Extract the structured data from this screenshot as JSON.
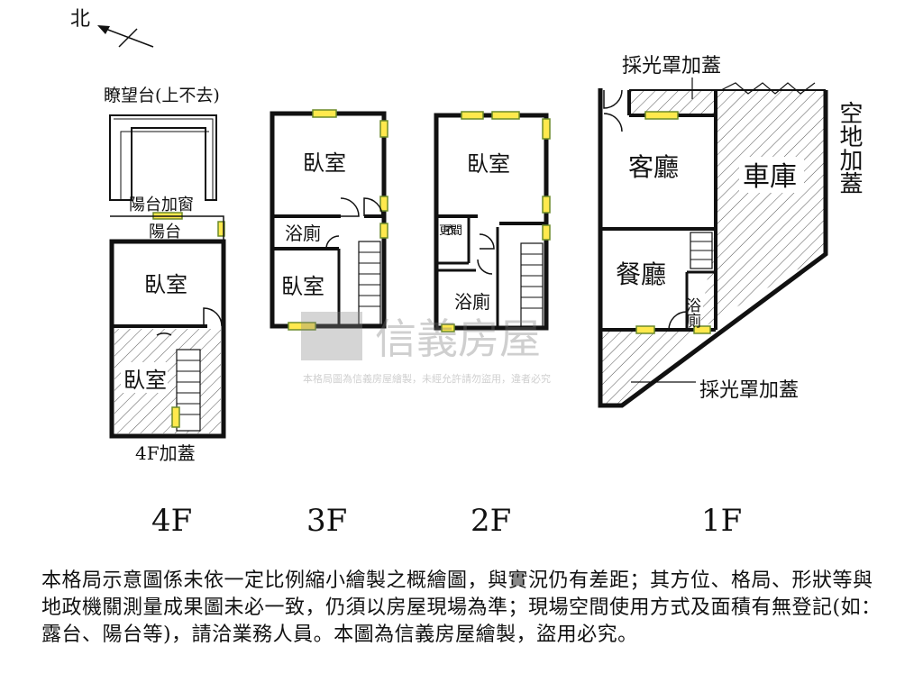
{
  "compass": {
    "north": "北"
  },
  "floors": {
    "f4": {
      "label": "4F",
      "lookout": "瞭望台(上不去)",
      "balcony_window": "陽台加窗",
      "balcony": "陽台",
      "bedroom_a": "臥室",
      "bedroom_b": "臥室",
      "addition": "4F加蓋"
    },
    "f3": {
      "label": "3F",
      "bedroom_a": "臥室",
      "bathroom": "浴廁",
      "bedroom_b": "臥室"
    },
    "f2": {
      "label": "2F",
      "bedroom": "臥室",
      "closet": "更衣間",
      "bathroom": "浴廁"
    },
    "f1": {
      "label": "1F",
      "skylight_top": "採光罩加蓋",
      "vacant_land": "空地加蓋",
      "living_room": "客廳",
      "garage": "車庫",
      "dining_room": "餐廳",
      "bathroom": "浴廁",
      "skylight_bottom": "採光罩加蓋"
    }
  },
  "watermark": {
    "brand": "信義房屋",
    "notice": "本格局圖為信義房屋繪製，未經允許請勿盜用，違者必究"
  },
  "disclaimer": "本格局示意圖係未依一定比例縮小繪製之概繪圖，與實況仍有差距；其方位、格局、形狀等與地政機關測量成果圖未必一致，仍須以房屋現場為準；現場空間使用方式及面積有無登記(如：露台、陽台等)，請洽業務人員。本圖為信義房屋繪製，盜用必究。"
}
